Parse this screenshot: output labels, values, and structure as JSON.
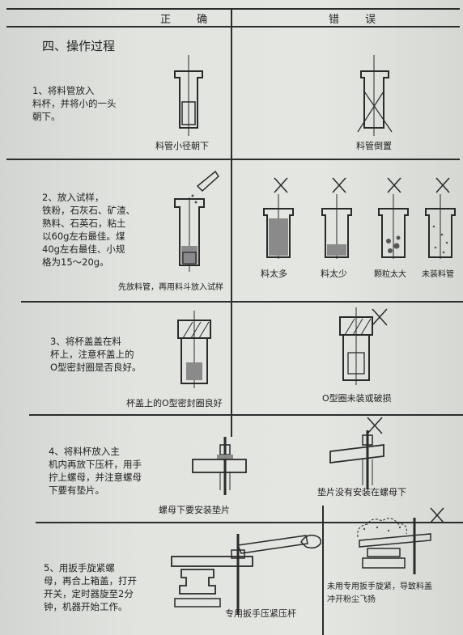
{
  "header": {
    "correct": "正 确",
    "wrong": "错 误"
  },
  "section_title": "四、操作过程",
  "steps": [
    {
      "instruction": "1、将料管放入\n料杯，并将小的一头\n朝下。",
      "correct_caption": "料管小径朝下",
      "wrong_captions": [
        "料管倒置"
      ]
    },
    {
      "instruction": "2、放入试样，\n铁粉，石灰石、矿渣、\n熟料、石英石，粘土\n以60g左右最佳。煤\n40g左右最佳、小规\n格为15～20g。",
      "correct_caption": "先放料管，再用料斗放入试样",
      "wrong_captions": [
        "料太多",
        "料太少",
        "颗粒太大",
        "未装料管"
      ]
    },
    {
      "instruction": "3、将杯盖盖在料\n杯上，注意杯盖上的\nO型密封圈是否良好。",
      "correct_caption": "杯盖上的O型密封圈良好",
      "wrong_captions": [
        "O型圈未装或破损"
      ]
    },
    {
      "instruction": "4、将料杯放入主\n机内再放下压杆，用手\n拧上螺母，并注意螺母\n下要有垫片。",
      "correct_caption": "螺母下要安装垫片",
      "wrong_captions": [
        "垫片没有安装在螺母下"
      ]
    },
    {
      "instruction": "5、用扳手旋紧螺\n母，再合上箱盖，打开\n开关，定时器旋至2分\n钟，机器开始工作。",
      "correct_caption": "专用扳手压紧压杆",
      "wrong_captions": [
        "未用专用扳手旋紧，导致料盖\n冲开粉尘飞扬"
      ]
    }
  ],
  "icons": [
    "cross-mark-icon",
    "pipe-cup-diagram-icon",
    "wrench-lever-diagram-icon",
    "hand-icon",
    "dust-cloud-icon"
  ]
}
